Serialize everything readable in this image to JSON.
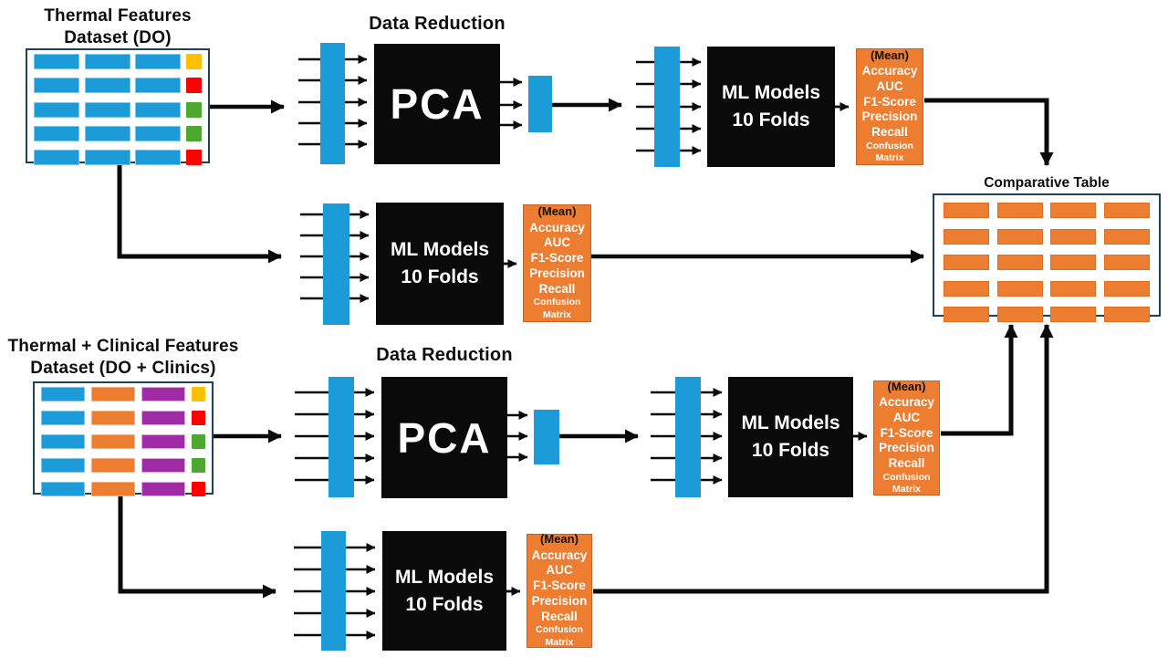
{
  "colors": {
    "blue": "#1b9cd8",
    "orange": "#ed7d31",
    "orange_border": "#c9601f",
    "purple": "#a02ca5",
    "yellow": "#ffc000",
    "red": "#ff0000",
    "green": "#4ea72e",
    "process_box": "#0a0a0a",
    "frame_border": "#1f4257"
  },
  "datasets": [
    {
      "title_line1": "Thermal Features",
      "title_line2": "Dataset (DO)",
      "rows": 5,
      "feature_columns": [
        "blue",
        "blue",
        "blue"
      ],
      "label_column": [
        "yellow",
        "red",
        "green",
        "green",
        "red"
      ]
    },
    {
      "title_line1": "Thermal + Clinical Features",
      "title_line2": "Dataset (DO + Clinics)",
      "rows": 5,
      "feature_columns": [
        "blue",
        "orange",
        "purple"
      ],
      "label_column": [
        "yellow",
        "red",
        "green",
        "green",
        "red"
      ]
    }
  ],
  "labels": {
    "data_reduction": "Data Reduction",
    "pca": "PCA",
    "ml_line1": "ML Models",
    "ml_line2": "10 Folds"
  },
  "metrics_box": {
    "header": "(Mean)",
    "metrics": [
      "Accuracy",
      "AUC",
      "F1-Score",
      "Precision",
      "Recall"
    ],
    "small_lines": [
      "Confusion",
      "Matrix"
    ]
  },
  "comparative_table": {
    "title": "Comparative Table",
    "rows": 5,
    "cols": 4
  }
}
